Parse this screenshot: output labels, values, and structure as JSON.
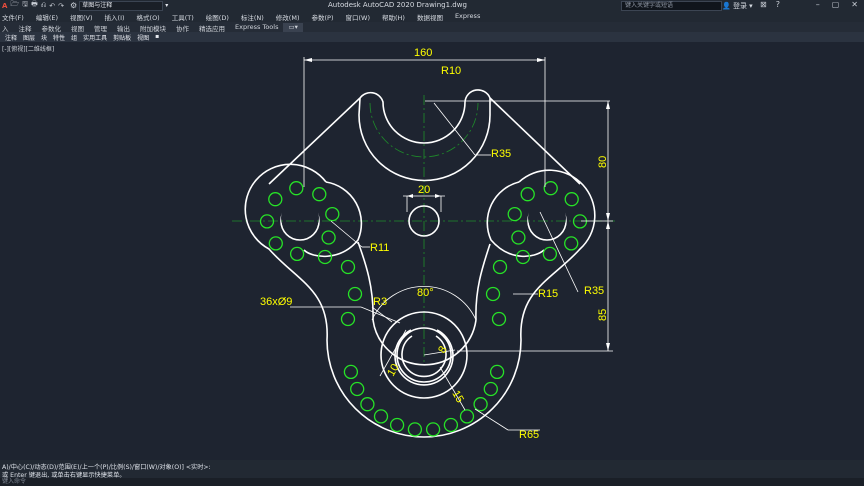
{
  "titlebar": {
    "app_icon": "A",
    "quick_access": [
      "🗁",
      "🖫",
      "🖶",
      "⎌",
      "↶",
      "↷"
    ],
    "workspace_icon": "gear-icon",
    "workspace": "草图与注释",
    "title": "Autodesk AutoCAD 2020    Drawing1.dwg",
    "search_placeholder": "键入关键字或短语",
    "login": "登录",
    "help": "?"
  },
  "menubar": {
    "items": [
      "文件(F)",
      "编辑(E)",
      "视图(V)",
      "插入(I)",
      "格式(O)",
      "工具(T)",
      "绘图(D)",
      "标注(N)",
      "修改(M)",
      "参数(P)",
      "窗口(W)",
      "帮助(H)",
      "数据视图",
      "Express"
    ]
  },
  "ribbon_tabs": {
    "items": [
      "入",
      "注释",
      "参数化",
      "视图",
      "管理",
      "输出",
      "附加模块",
      "协作",
      "精选应用",
      "Express Tools"
    ]
  },
  "file_tabs": {
    "items": [
      "注释",
      "图层",
      "块",
      "特性",
      "组",
      "实用工具",
      "剪贴板",
      "视图"
    ]
  },
  "viewport": {
    "label": "[-][俯视][二维线框]"
  },
  "drawing": {
    "dims": {
      "width_160": "160",
      "r10": "R10",
      "r35_top": "R35",
      "height_80": "80",
      "hole_20": "20",
      "r11": "R11",
      "r35_right": "R35",
      "r15": "R15",
      "height_85": "85",
      "holes": "36xØ9",
      "r3": "R3",
      "angle_80": "80°",
      "slot_8": "8",
      "slot_10": "10",
      "slot_15": "15",
      "r65": "R65"
    },
    "colors": {
      "outline": "#ffffff",
      "holes": "#27e227",
      "dimension_text": "#ffff00",
      "dimension_lines": "#ffffff",
      "centerlines": "#1e8c2a"
    }
  },
  "command": {
    "line1": "A)/中心(C)/动态(D)/范围(E)/上一个(P)/比例(S)/窗口(W)/对象(O)] <实时>:",
    "line2": "或 Enter 键退出, 或单击右键显示快捷菜单。",
    "input_placeholder": "键入命令"
  }
}
